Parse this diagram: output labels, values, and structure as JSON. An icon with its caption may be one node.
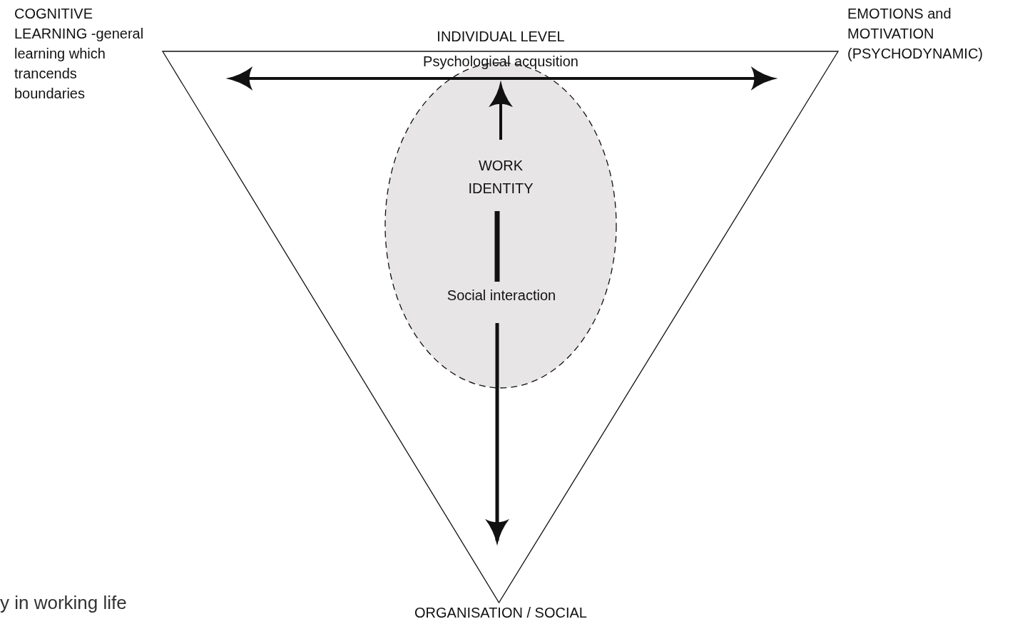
{
  "diagram": {
    "nodes": [
      {
        "text": [
          "COGNITIVE LEARNING -general learning which trancends boundaries"
        ]
      },
      {
        "text": [
          "EMOTIONS and MOTIVATION (PSYCHODYNAMIC)"
        ]
      },
      {
        "text": [
          "INDIVIDUAL LEVEL",
          "Psychological acqusition"
        ]
      },
      {
        "text": [],
        "shape": "triangle"
      },
      {
        "text": [],
        "shape": "ellipse",
        "in": 3
      },
      {
        "text": [
          "WORK IDENTITY"
        ],
        "in": 4
      },
      {
        "text": [
          "Social interaction"
        ],
        "in": 4
      },
      {
        "text": [
          "ORGANISATION / SOCIAL"
        ]
      }
    ],
    "edges": [
      {
        "from": 0,
        "to": 1,
        "arrow": "both"
      },
      {
        "from": 5,
        "to": 2,
        "arrow": "to"
      },
      {
        "from": 6,
        "to": 5,
        "arrow": "none"
      },
      {
        "from": 6,
        "to": 7,
        "arrow": "to"
      }
    ],
    "labels": [
      "y in working life"
    ]
  }
}
